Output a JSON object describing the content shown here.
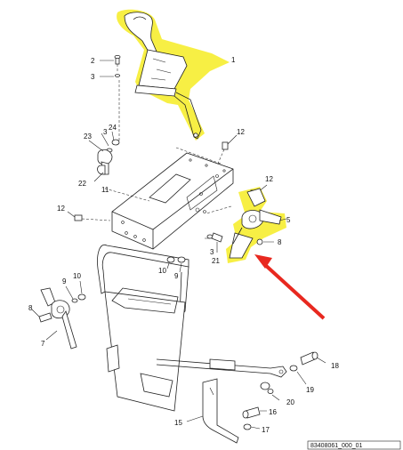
{
  "diagram": {
    "callouts": [
      {
        "id": "c1",
        "text": "1"
      },
      {
        "id": "c2",
        "text": "2"
      },
      {
        "id": "c3a",
        "text": "3"
      },
      {
        "id": "c3b",
        "text": "3"
      },
      {
        "id": "c3c",
        "text": "3"
      },
      {
        "id": "c24",
        "text": "24"
      },
      {
        "id": "c23",
        "text": "23"
      },
      {
        "id": "c22",
        "text": "22"
      },
      {
        "id": "c11",
        "text": "11"
      },
      {
        "id": "c12a",
        "text": "12"
      },
      {
        "id": "c12b",
        "text": "12"
      },
      {
        "id": "c12c",
        "text": "12"
      },
      {
        "id": "c5",
        "text": "5"
      },
      {
        "id": "c8a",
        "text": "8"
      },
      {
        "id": "c8b",
        "text": "8"
      },
      {
        "id": "c21",
        "text": "21"
      },
      {
        "id": "c10a",
        "text": "10"
      },
      {
        "id": "c10b",
        "text": "10"
      },
      {
        "id": "c9a",
        "text": "9"
      },
      {
        "id": "c9b",
        "text": "9"
      },
      {
        "id": "c7",
        "text": "7"
      },
      {
        "id": "c18",
        "text": "18"
      },
      {
        "id": "c19",
        "text": "19"
      },
      {
        "id": "c20",
        "text": "20"
      },
      {
        "id": "c16",
        "text": "16"
      },
      {
        "id": "c15",
        "text": "15"
      },
      {
        "id": "c17",
        "text": "17"
      }
    ],
    "drawing_code": "83408061_000_01",
    "highlight_color": "#f7ee3a",
    "arrow_color": "#e8281f"
  }
}
